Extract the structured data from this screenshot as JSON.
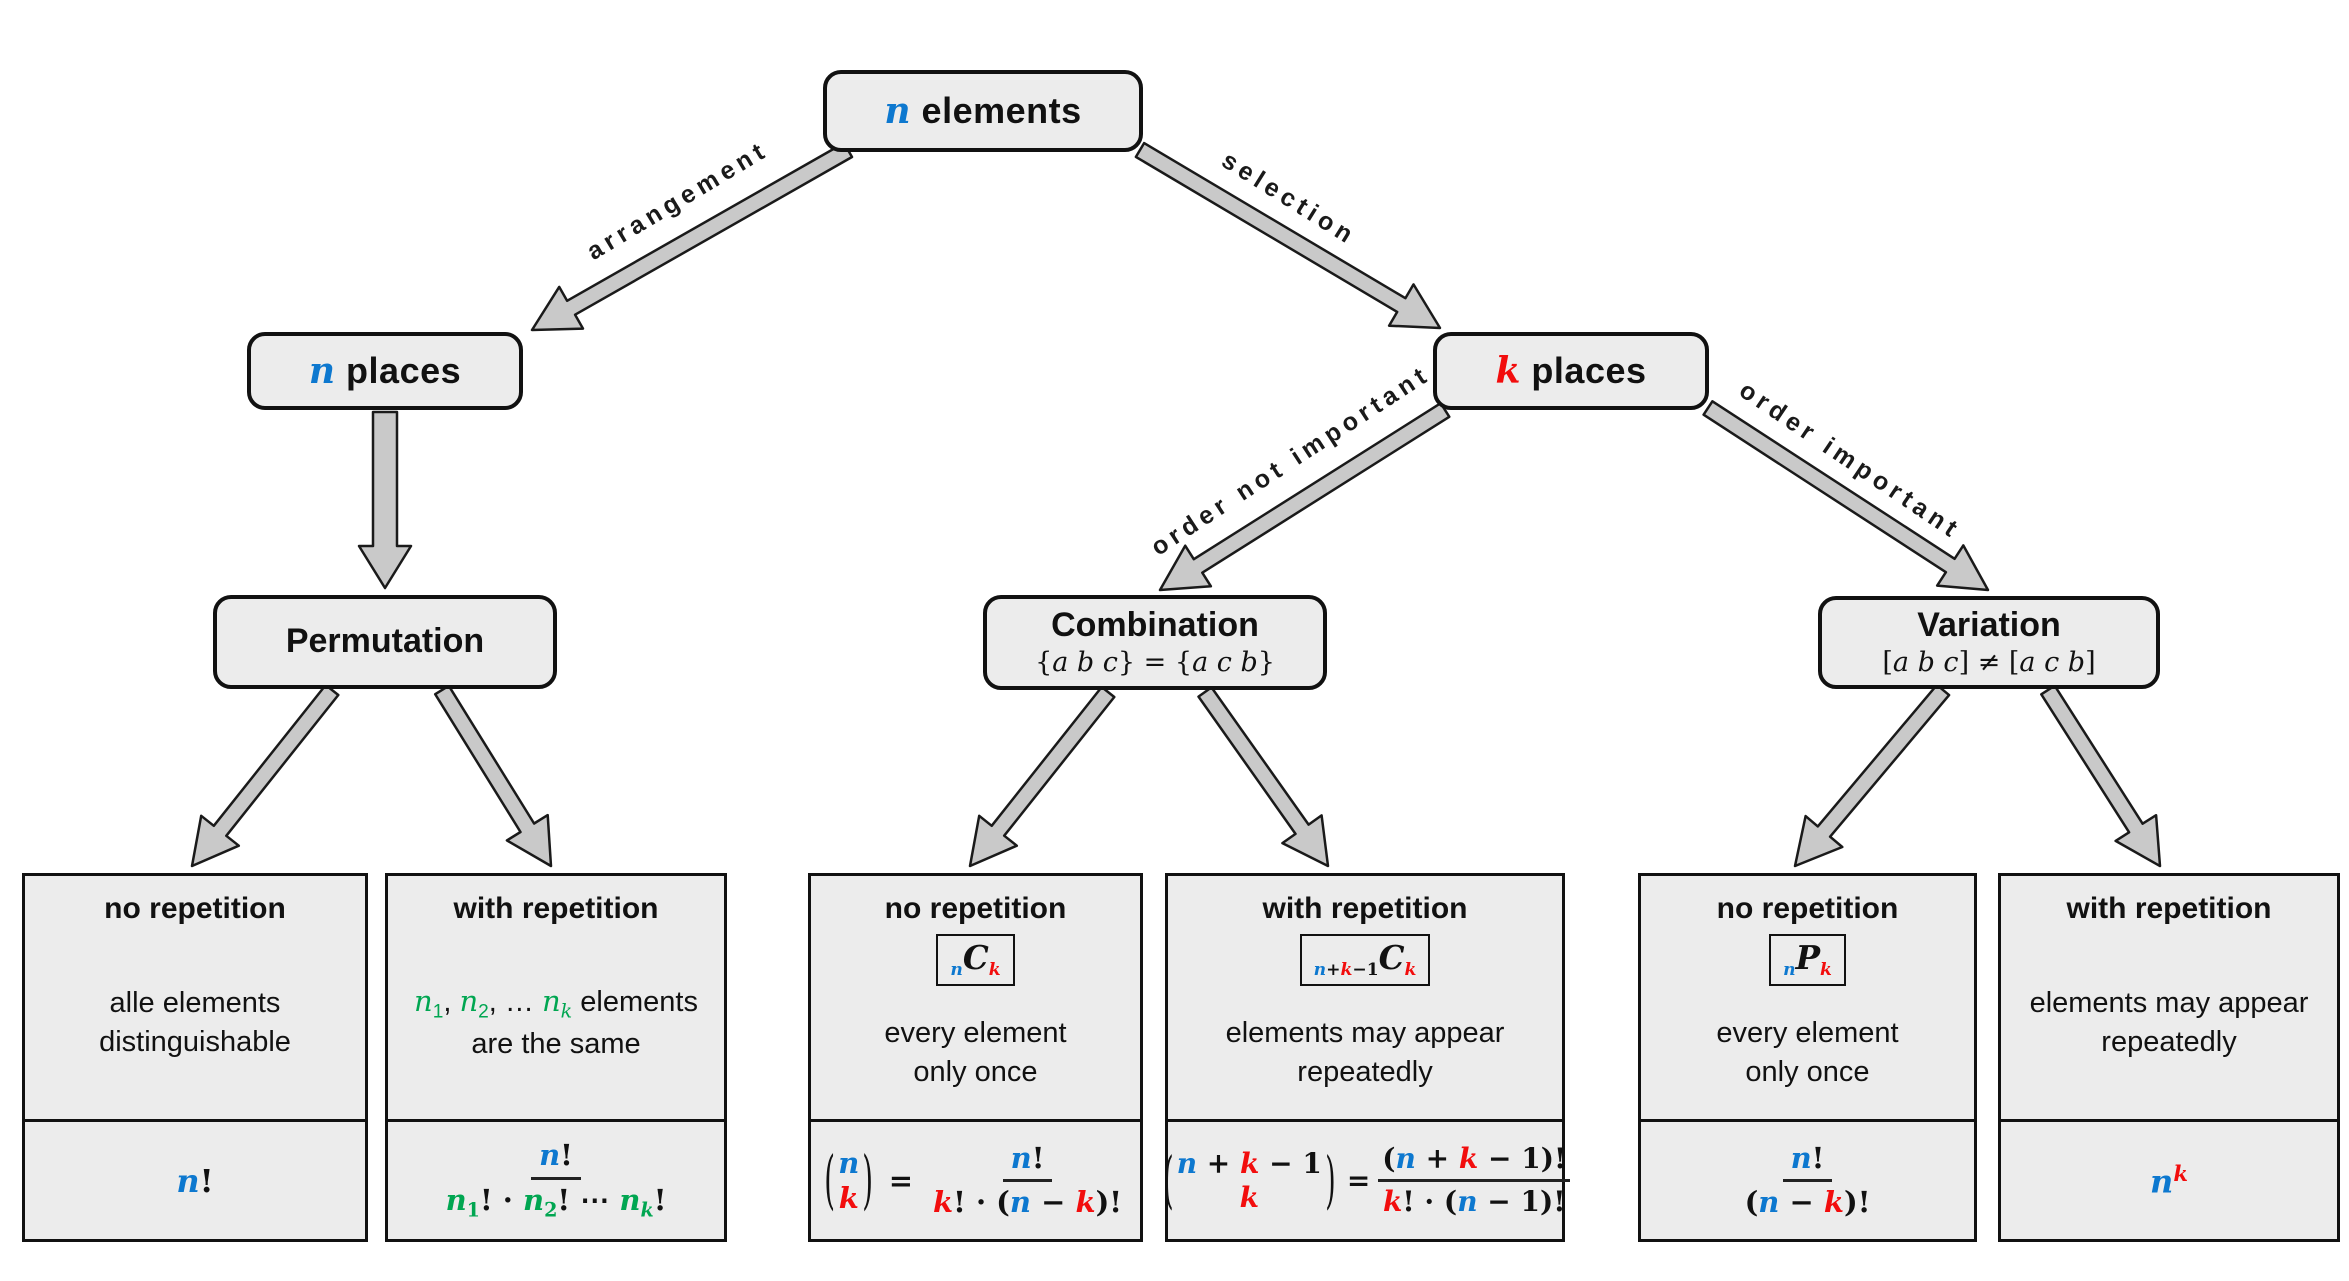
{
  "colors": {
    "blue": "#0d78cf",
    "red": "#f20d0d",
    "green": "#00a651",
    "box_fill": "#ececec",
    "arrow_fill": "#c9c9c9",
    "ink": "#111111"
  },
  "nodes": {
    "elements": {
      "tokens": [
        {
          "t": "n",
          "c": "blue",
          "i": 1
        },
        {
          "t": " elements"
        }
      ]
    },
    "n_places": {
      "tokens": [
        {
          "t": "n",
          "c": "blue",
          "i": 1
        },
        {
          "t": " places"
        }
      ]
    },
    "k_places": {
      "tokens": [
        {
          "t": "k",
          "c": "red",
          "i": 1
        },
        {
          "t": " places"
        }
      ]
    },
    "permutation": {
      "title": "Permutation"
    },
    "combination": {
      "title": "Combination",
      "subtitle": [
        {
          "t": "{"
        },
        {
          "t": "a b c",
          "i": 1
        },
        {
          "t": "} = {"
        },
        {
          "t": "a c b",
          "i": 1
        },
        {
          "t": "}"
        }
      ]
    },
    "variation": {
      "title": "Variation",
      "subtitle": [
        {
          "t": "["
        },
        {
          "t": "a b c",
          "i": 1
        },
        {
          "t": "] ≠ ["
        },
        {
          "t": "a c b",
          "i": 1
        },
        {
          "t": "]"
        }
      ]
    }
  },
  "edges": {
    "arrangement": "arrangement",
    "selection": "selection",
    "order_not_important": "order not important",
    "order_important": "order important"
  },
  "leaves": [
    {
      "header": "no repetition",
      "desc": [
        [
          {
            "t": "alle elements"
          }
        ],
        [
          {
            "t": "distinguishable"
          }
        ]
      ],
      "formula": [
        {
          "t": "n",
          "c": "blue",
          "i": 1
        },
        {
          "t": "!"
        }
      ]
    },
    {
      "header": "with repetition",
      "desc": [
        [
          {
            "t": "n",
            "c": "green",
            "i": 1
          },
          {
            "t": "1",
            "c": "green",
            "pos": "sub"
          },
          {
            "t": ", "
          },
          {
            "t": "n",
            "c": "green",
            "i": 1
          },
          {
            "t": "2",
            "c": "green",
            "pos": "sub"
          },
          {
            "t": ", … "
          },
          {
            "t": "n",
            "c": "green",
            "i": 1
          },
          {
            "t": "k",
            "c": "green",
            "i": 1,
            "pos": "sub"
          },
          {
            "t": " elements"
          }
        ],
        [
          {
            "t": "are the same"
          }
        ]
      ],
      "formula_num": [
        {
          "t": "n",
          "c": "blue",
          "i": 1
        },
        {
          "t": "!"
        }
      ],
      "formula_den": [
        {
          "t": "n",
          "c": "green",
          "i": 1
        },
        {
          "t": "1",
          "c": "green",
          "pos": "sub"
        },
        {
          "t": "! · "
        },
        {
          "t": "n",
          "c": "green",
          "i": 1
        },
        {
          "t": "2",
          "c": "green",
          "pos": "sub"
        },
        {
          "t": "! ⋯ "
        },
        {
          "t": "n",
          "c": "green",
          "i": 1
        },
        {
          "t": "k",
          "c": "green",
          "i": 1,
          "pos": "sub"
        },
        {
          "t": "!"
        }
      ]
    },
    {
      "header": "no repetition",
      "notation": [
        {
          "t": "n",
          "c": "blue",
          "i": 1,
          "pos": "sub"
        },
        {
          "t": "C",
          "i": 1,
          "big": 1
        },
        {
          "t": "k",
          "c": "red",
          "i": 1,
          "pos": "sub"
        }
      ],
      "desc": [
        [
          {
            "t": "every element"
          }
        ],
        [
          {
            "t": "only once"
          }
        ]
      ],
      "binom": {
        "open": "(",
        "close": ")",
        "top": [
          {
            "t": "n",
            "c": "blue",
            "i": 1
          }
        ],
        "bottom": [
          {
            "t": "k",
            "c": "red",
            "i": 1
          }
        ]
      },
      "equals": "=",
      "formula_num": [
        {
          "t": "n",
          "c": "blue",
          "i": 1
        },
        {
          "t": "!"
        }
      ],
      "formula_den": [
        {
          "t": "k",
          "c": "red",
          "i": 1
        },
        {
          "t": "! · ("
        },
        {
          "t": "n",
          "c": "blue",
          "i": 1
        },
        {
          "t": " − "
        },
        {
          "t": "k",
          "c": "red",
          "i": 1
        },
        {
          "t": ")!"
        }
      ]
    },
    {
      "header": "with repetition",
      "notation": [
        {
          "t": "n",
          "c": "blue",
          "i": 1,
          "pos": "sub"
        },
        {
          "t": "+",
          "pos": "sub"
        },
        {
          "t": "k",
          "c": "red",
          "i": 1,
          "pos": "sub"
        },
        {
          "t": "−1",
          "pos": "sub"
        },
        {
          "t": "C",
          "i": 1,
          "big": 1
        },
        {
          "t": "k",
          "c": "red",
          "i": 1,
          "pos": "sub"
        }
      ],
      "desc": [
        [
          {
            "t": "elements may appear"
          }
        ],
        [
          {
            "t": "repeatedly"
          }
        ]
      ],
      "binom": {
        "open": "(",
        "close": ")",
        "top": [
          {
            "t": "n",
            "c": "blue",
            "i": 1
          },
          {
            "t": " + "
          },
          {
            "t": "k",
            "c": "red",
            "i": 1
          },
          {
            "t": " − 1"
          }
        ],
        "bottom": [
          {
            "t": "k",
            "c": "red",
            "i": 1
          }
        ]
      },
      "equals": "=",
      "formula_num": [
        {
          "t": "("
        },
        {
          "t": "n",
          "c": "blue",
          "i": 1
        },
        {
          "t": " + "
        },
        {
          "t": "k",
          "c": "red",
          "i": 1
        },
        {
          "t": " − 1)!"
        }
      ],
      "formula_den": [
        {
          "t": "k",
          "c": "red",
          "i": 1
        },
        {
          "t": "! · ("
        },
        {
          "t": "n",
          "c": "blue",
          "i": 1
        },
        {
          "t": " − 1)!"
        }
      ]
    },
    {
      "header": "no repetition",
      "notation": [
        {
          "t": "n",
          "c": "blue",
          "i": 1,
          "pos": "sub"
        },
        {
          "t": "P",
          "i": 1,
          "big": 1
        },
        {
          "t": "k",
          "c": "red",
          "i": 1,
          "pos": "sub"
        }
      ],
      "desc": [
        [
          {
            "t": "every element"
          }
        ],
        [
          {
            "t": "only once"
          }
        ]
      ],
      "formula_num": [
        {
          "t": "n",
          "c": "blue",
          "i": 1
        },
        {
          "t": "!"
        }
      ],
      "formula_den": [
        {
          "t": "("
        },
        {
          "t": "n",
          "c": "blue",
          "i": 1
        },
        {
          "t": " − "
        },
        {
          "t": "k",
          "c": "red",
          "i": 1
        },
        {
          "t": ")!"
        }
      ]
    },
    {
      "header": "with repetition",
      "desc": [
        [
          {
            "t": "elements may appear"
          }
        ],
        [
          {
            "t": "repeatedly"
          }
        ]
      ],
      "formula": [
        {
          "t": "n",
          "c": "blue",
          "i": 1
        },
        {
          "t": "k",
          "c": "red",
          "i": 1,
          "pos": "sup"
        }
      ]
    }
  ]
}
